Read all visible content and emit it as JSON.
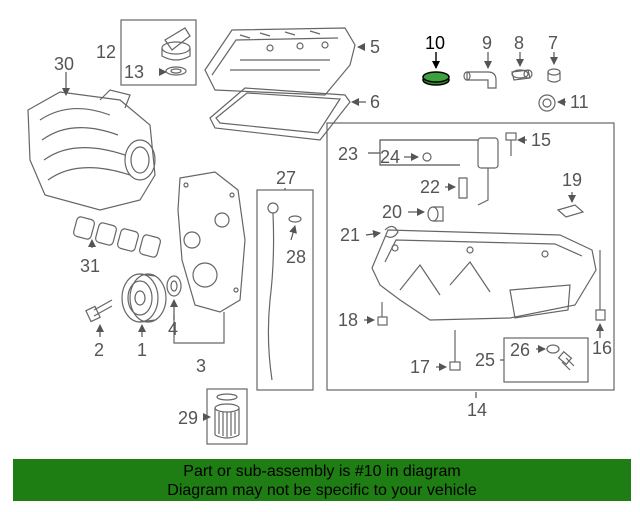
{
  "callouts": {
    "c1": "1",
    "c2": "2",
    "c3": "3",
    "c4": "4",
    "c5": "5",
    "c6": "6",
    "c7": "7",
    "c8": "8",
    "c9": "9",
    "c10": "10",
    "c11": "11",
    "c12": "12",
    "c13": "13",
    "c14": "14",
    "c15": "15",
    "c16": "16",
    "c17": "17",
    "c18": "18",
    "c19": "19",
    "c20": "20",
    "c21": "21",
    "c22": "22",
    "c23": "23",
    "c24": "24",
    "c25": "25",
    "c26": "26",
    "c27": "27",
    "c28": "28",
    "c29": "29",
    "c30": "30",
    "c31": "31"
  },
  "highlight": {
    "part": "10",
    "color": "#2e8b2e"
  },
  "banner": {
    "line1": "Part or sub-assembly is #10 in diagram",
    "line2": "Diagram may not be specific to your vehicle",
    "background": "#1e7d13"
  }
}
